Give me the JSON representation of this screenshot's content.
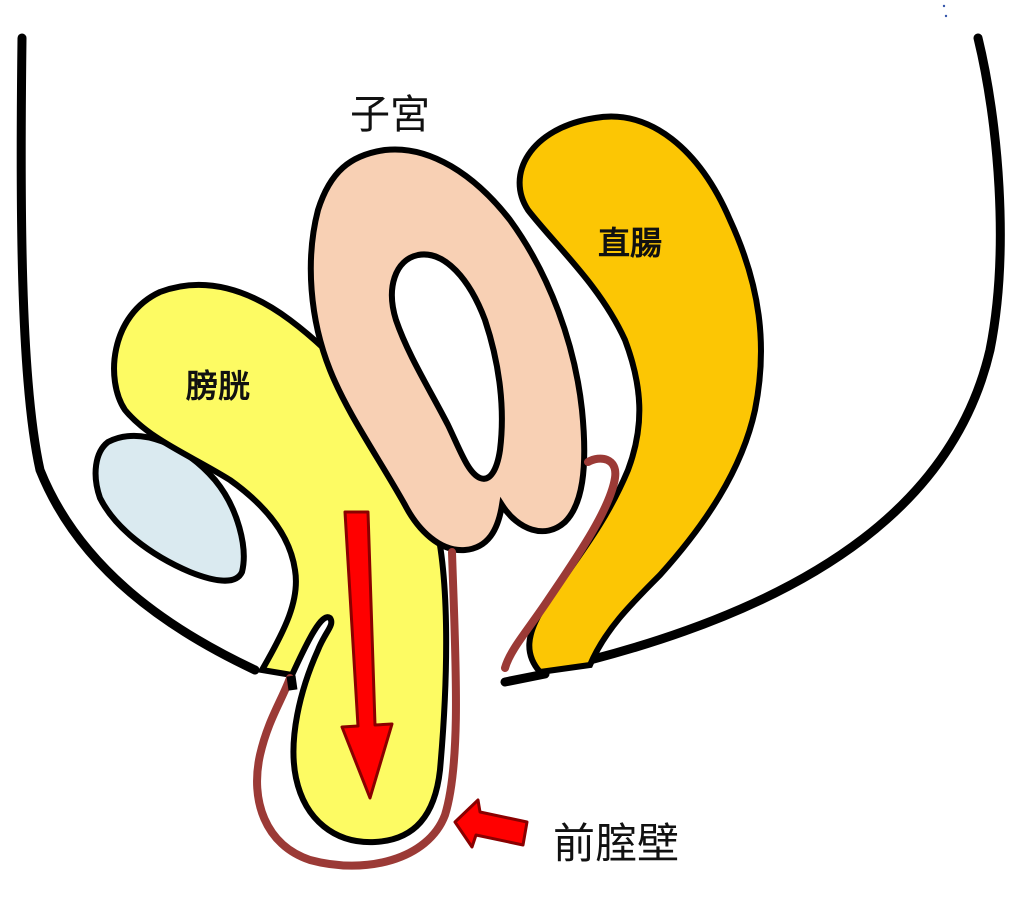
{
  "labels": {
    "uterus": "子宮",
    "rectum": "直腸",
    "bladder": "膀胱",
    "anterior_wall": "前腟壁"
  },
  "colors": {
    "outline": "#000000",
    "bladder_fill": "#fdfb63",
    "uterus_fill": "#f8d0b4",
    "rectum_fill": "#fcc604",
    "pubic_bone_fill": "#daeaf0",
    "vaginal_wall": "#9b3a36",
    "arrow": "#ff0000",
    "arrow_outline": "#8a0000"
  }
}
